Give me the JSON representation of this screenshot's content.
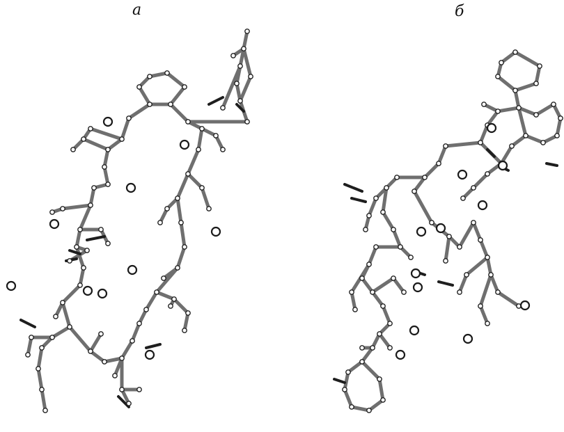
{
  "figure": {
    "panels": [
      {
        "id": "a",
        "label": "a"
      },
      {
        "id": "b",
        "label": "б"
      }
    ]
  }
}
